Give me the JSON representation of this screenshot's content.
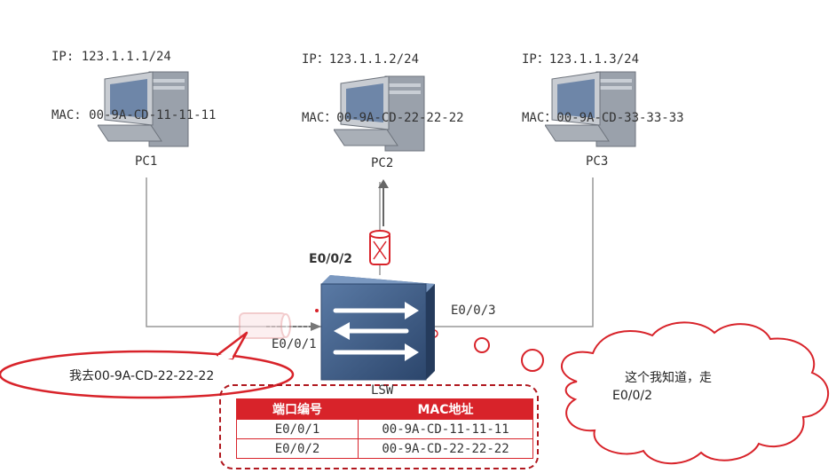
{
  "pcs": [
    {
      "name": "PC1",
      "ip": "IP: 123.1.1.1/24",
      "mac": "MAC: 00-9A-CD-11-11-11"
    },
    {
      "name": "PC2",
      "ip": "IP：123.1.1.2/24",
      "mac": "MAC：00-9A-CD-22-22-22"
    },
    {
      "name": "PC3",
      "ip": "IP：123.1.1.3/24",
      "mac": "MAC：00-9A-CD-33-33-33"
    }
  ],
  "switch": {
    "name": "LSW",
    "ports": {
      "p1": "E0/0/1",
      "p2": "E0/0/2",
      "p3": "E0/0/3"
    }
  },
  "speech_bubble": "我去00-9A-CD-22-22-22",
  "cloud": {
    "line1": "这个我知道，走",
    "line2": "E0/0/2"
  },
  "mac_table": {
    "headers": [
      "端口编号",
      "MAC地址"
    ],
    "rows": [
      [
        "E0/0/1",
        "00-9A-CD-11-11-11"
      ],
      [
        "E0/0/2",
        "00-9A-CD-22-22-22"
      ]
    ]
  },
  "colors": {
    "accent": "#d8232a",
    "switch": "#3d5a80",
    "link": "#999999"
  }
}
